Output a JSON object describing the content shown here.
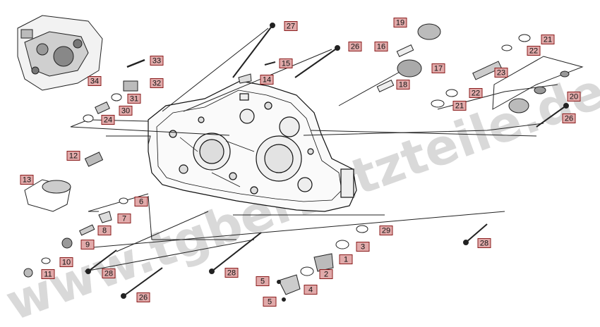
{
  "watermark": "www.tgbersatzteile.de",
  "colors": {
    "box_fill": "#e1aaaa",
    "box_stroke": "#8a1c1c",
    "line": "#222222",
    "watermark": "#d9d9d9"
  },
  "callouts": [
    {
      "label": "27"
    },
    {
      "label": "26"
    },
    {
      "label": "33"
    },
    {
      "label": "15"
    },
    {
      "label": "34"
    },
    {
      "label": "32"
    },
    {
      "label": "14"
    },
    {
      "label": "31"
    },
    {
      "label": "30"
    },
    {
      "label": "24"
    },
    {
      "label": "19"
    },
    {
      "label": "16"
    },
    {
      "label": "17"
    },
    {
      "label": "18"
    },
    {
      "label": "21"
    },
    {
      "label": "22"
    },
    {
      "label": "23"
    },
    {
      "label": "22"
    },
    {
      "label": "21"
    },
    {
      "label": "20"
    },
    {
      "label": "26"
    },
    {
      "label": "12"
    },
    {
      "label": "13"
    },
    {
      "label": "6"
    },
    {
      "label": "7"
    },
    {
      "label": "8"
    },
    {
      "label": "9"
    },
    {
      "label": "10"
    },
    {
      "label": "11"
    },
    {
      "label": "28"
    },
    {
      "label": "26"
    },
    {
      "label": "28"
    },
    {
      "label": "29"
    },
    {
      "label": "3"
    },
    {
      "label": "1"
    },
    {
      "label": "2"
    },
    {
      "label": "5"
    },
    {
      "label": "4"
    },
    {
      "label": "5"
    },
    {
      "label": "28"
    }
  ]
}
